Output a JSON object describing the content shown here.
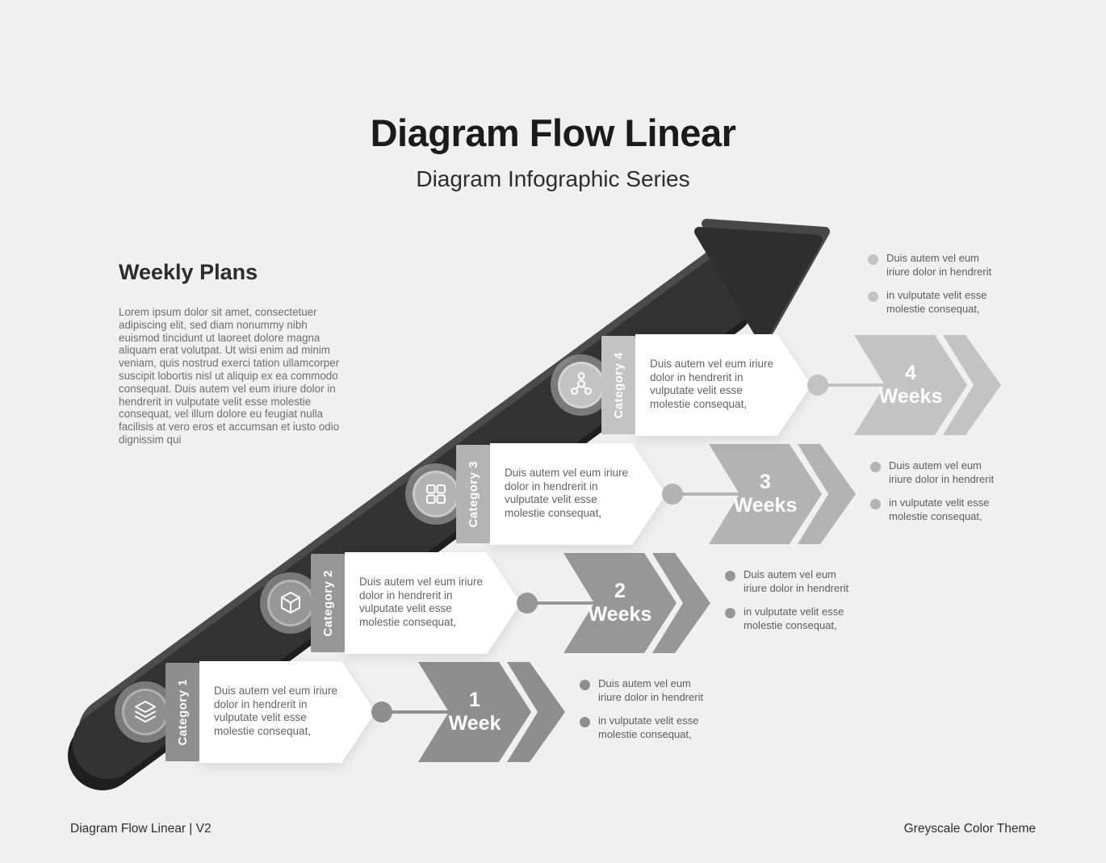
{
  "header": {
    "title": "Diagram Flow Linear",
    "subtitle": "Diagram Infographic Series"
  },
  "intro": {
    "heading": "Weekly Plans",
    "body": "Lorem ipsum dolor sit amet, consectetuer adipiscing elit, sed diam nonummy nibh euismod tincidunt ut laoreet dolore magna aliquam erat volutpat. Ut wisi enim ad minim veniam, quis nostrud exerci tation ullamcorper suscipit lobortis nisl ut aliquip ex ea commodo consequat. Duis autem vel eum iriure dolor in hendrerit in vulputate velit esse molestie consequat, vel illum dolore eu feugiat nulla facilisis at vero eros et accumsan et iusto odio dignissim qui"
  },
  "rows": [
    {
      "category_label": "Category 1",
      "icon": "layers-icon",
      "description": "Duis autem vel eum iriure dolor in hendrerit in vulputate velit esse molestie consequat,",
      "duration_value": "1",
      "duration_unit": "Week",
      "accent_color": "#8e8e8e",
      "bullets": [
        "Duis autem vel eum\niriure dolor in hendrerit",
        "in vulputate velit esse\nmolestie consequat,"
      ]
    },
    {
      "category_label": "Category 2",
      "icon": "cube-icon",
      "description": "Duis autem vel eum iriure dolor in hendrerit in vulputate velit esse molestie consequat,",
      "duration_value": "2",
      "duration_unit": "Weeks",
      "accent_color": "#979797",
      "bullets": [
        "Duis autem vel eum\niriure dolor in hendrerit",
        "in vulputate velit esse\nmolestie consequat,"
      ]
    },
    {
      "category_label": "Category 3",
      "icon": "grid-icon",
      "description": "Duis autem vel eum iriure dolor in hendrerit in vulputate velit esse molestie consequat,",
      "duration_value": "3",
      "duration_unit": "Weeks",
      "accent_color": "#b3b3b3",
      "bullets": [
        "Duis autem vel eum\niriure dolor in hendrerit",
        "in vulputate velit esse\nmolestie consequat,"
      ]
    },
    {
      "category_label": "Category 4",
      "icon": "molecule-icon",
      "description": "Duis autem vel eum iriure dolor in hendrerit in vulputate velit esse molestie consequat,",
      "duration_value": "4",
      "duration_unit": "Weeks",
      "accent_color": "#c3c3c3",
      "bullets": [
        "Duis autem vel eum\niriure dolor in hendrerit",
        "in vulputate velit esse\nmolestie consequat,"
      ]
    }
  ],
  "footer": {
    "left": "Diagram Flow Linear | V2",
    "right": "Greyscale Color Theme"
  },
  "theme": {
    "background": "#f0f0f1",
    "arrow_light": "#4b4b4b",
    "arrow_mid": "#333333",
    "arrow_dark": "#1f1f1f",
    "arrow_head": "#2e2e2e",
    "arrow_head_back": "#474747",
    "card": "#ffffff",
    "heading_color": "#1b1b1b"
  }
}
